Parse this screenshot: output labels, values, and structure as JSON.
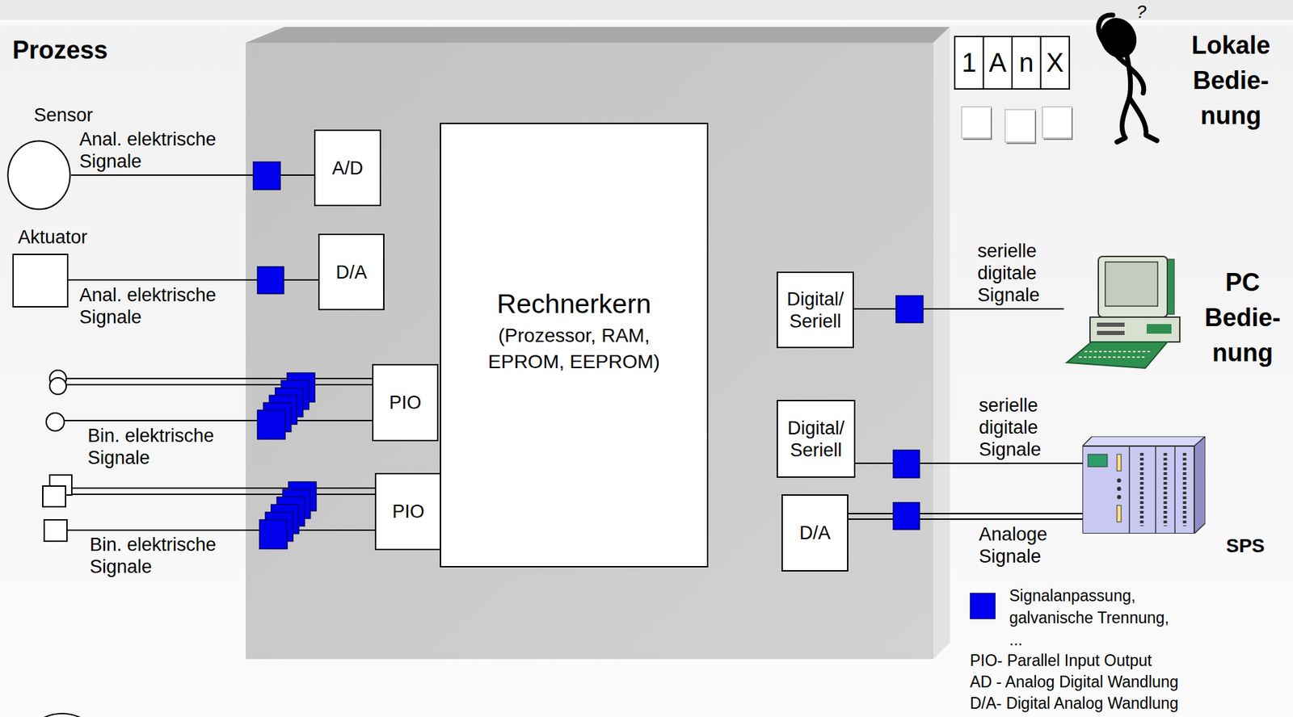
{
  "diagram": {
    "title": "Prozess",
    "nodes": [
      {
        "text": [
          "Sensor"
        ]
      },
      {
        "text": [
          "Aktuator"
        ]
      },
      {
        "text": [
          "A/D"
        ]
      },
      {
        "text": [
          "D/A"
        ]
      },
      {
        "text": [
          "PIO"
        ]
      },
      {
        "text": [
          "PIO"
        ]
      },
      {
        "text": [
          "Rechnerkern",
          "(Prozessor, RAM, EPROM, EEPROM)"
        ]
      },
      {
        "text": [
          "Digital/ Seriell"
        ]
      },
      {
        "text": [
          "Digital/ Seriell"
        ]
      },
      {
        "text": [
          "D/A"
        ]
      },
      {
        "text": [
          "PC Bedie- nung"
        ]
      },
      {
        "text": [
          "SPS"
        ]
      }
    ],
    "edges": [
      {
        "from": 0,
        "to": 2,
        "arrow": "none",
        "label": "Anal. elektrische Signale"
      },
      {
        "from": 1,
        "to": 3,
        "arrow": "none",
        "label": "Anal. elektrische Signale"
      },
      {
        "from": 7,
        "to": 10,
        "arrow": "none",
        "label": "serielle digitale Signale"
      },
      {
        "from": 8,
        "to": 11,
        "arrow": "none",
        "label": "serielle digitale Signale"
      },
      {
        "from": 9,
        "to": 11,
        "arrow": "none",
        "label": "Analoge Signale"
      }
    ],
    "labels": [
      "Bin. elektrische Signale",
      "Bin. elektrische Signale",
      "1",
      "A",
      "n",
      "X",
      "?",
      "Lokale Bedie- nung",
      "PIO- Parallel Input Output",
      "AD - Analog Digital Wandlung",
      "D/A- Digital Analog Wandlung"
    ],
    "legend": [
      {
        "text": "Signalanpassung, galvanische Trennung, ...",
        "color": "#0000ee"
      }
    ]
  }
}
